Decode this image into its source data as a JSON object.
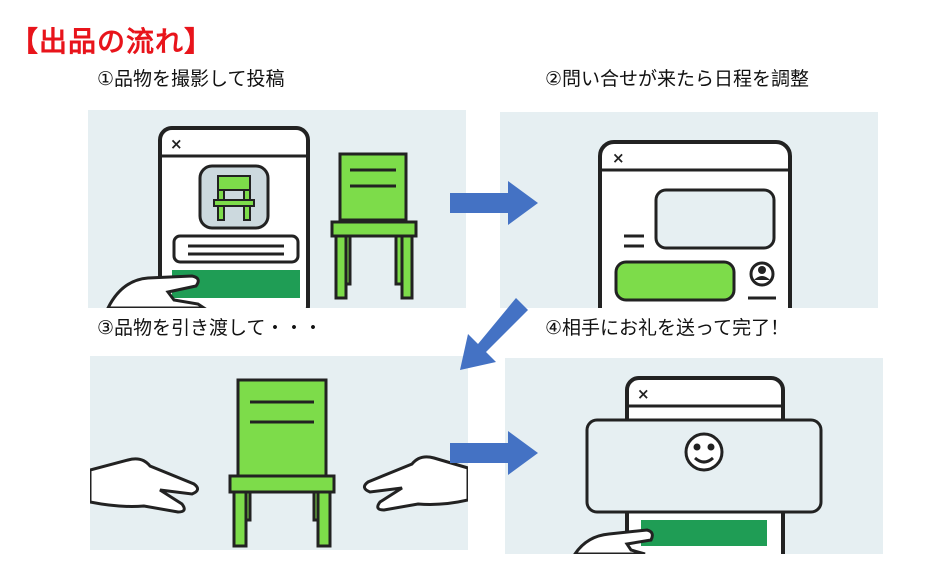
{
  "header": {
    "title": "【出品の流れ】"
  },
  "steps": [
    {
      "label": "①品物を撮影して投稿"
    },
    {
      "label": "②問い合せが来たら日程を調整"
    },
    {
      "label": "③品物を引き渡して・・・"
    },
    {
      "label": "④相手にお礼を送って完了！"
    }
  ],
  "colors": {
    "title": "#e8141b",
    "panel_bg": "#e6eff2",
    "chair_green": "#7ddc4a",
    "button_green": "#1f9d55",
    "arrow_blue": "#4472c4"
  },
  "icons": {
    "close": "×",
    "smiley": "smiley-face-icon",
    "user": "user-icon"
  }
}
